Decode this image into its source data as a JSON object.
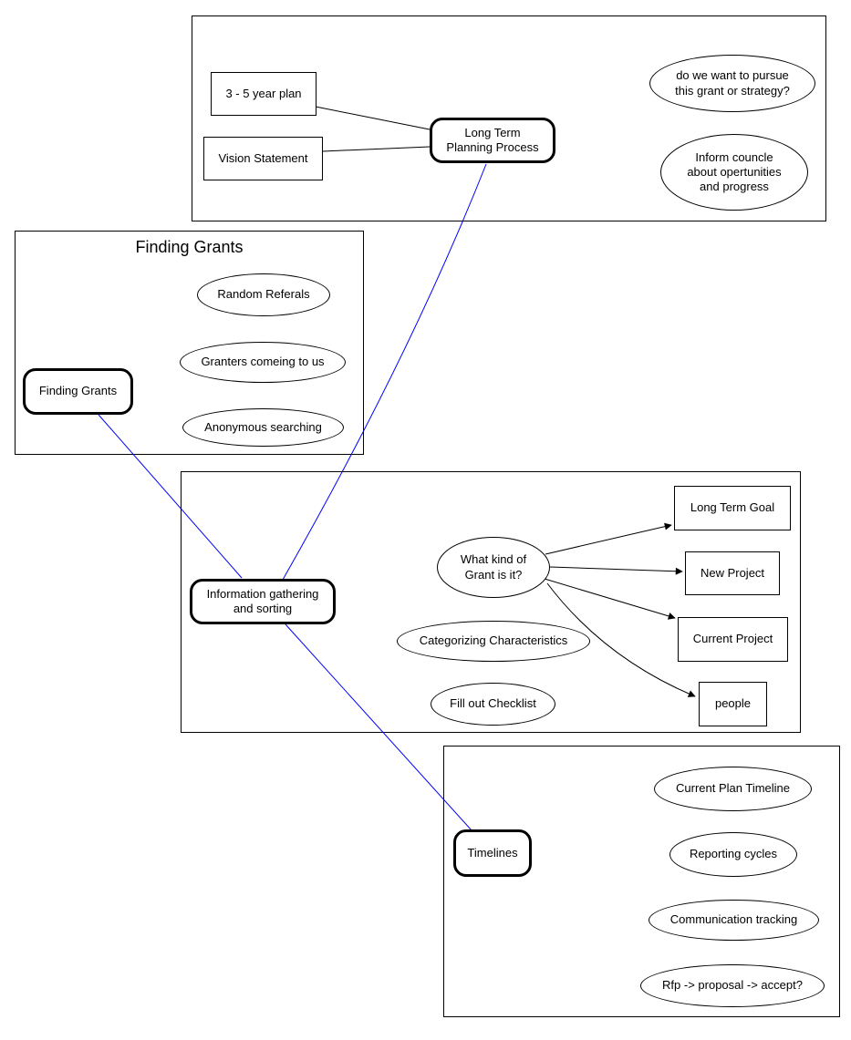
{
  "colors": {
    "background": "#ffffff",
    "node_border": "#000000",
    "text": "#000000",
    "link_line": "#0000ff",
    "arrow_line": "#000000"
  },
  "groups": {
    "planning": {
      "nodes": {
        "year_plan": "3 - 5 year plan",
        "vision_statement": "Vision Statement",
        "long_term_planning": "Long Term\nPlanning Process",
        "pursue_question": "do we want to pursue\nthis grant or strategy?",
        "inform_council": "Inform councle\nabout opertunities\nand progress"
      }
    },
    "finding": {
      "title": "Finding Grants",
      "nodes": {
        "finding_grants": "Finding Grants",
        "random_referals": "Random Referals",
        "granters_coming": "Granters comeing to us",
        "anonymous_searching": "Anonymous searching"
      }
    },
    "sorting": {
      "nodes": {
        "info_gathering": "Information gathering\nand sorting",
        "what_kind": "What kind of\nGrant is it?",
        "categorizing": "Categorizing Characteristics",
        "fill_checklist": "Fill out Checklist",
        "long_term_goal": "Long Term Goal",
        "new_project": "New Project",
        "current_project": "Current Project",
        "people": "people"
      }
    },
    "timelines": {
      "nodes": {
        "timelines": "Timelines",
        "current_plan_timeline": "Current Plan Timeline",
        "reporting_cycles": "Reporting cycles",
        "communication_tracking": "Communication tracking",
        "rfp_flow": "Rfp -> proposal -> accept?"
      }
    }
  },
  "edges": [
    {
      "from": "year_plan",
      "to": "long_term_planning",
      "style": "plain"
    },
    {
      "from": "vision_statement",
      "to": "long_term_planning",
      "style": "plain"
    },
    {
      "from": "what_kind",
      "to": "long_term_goal",
      "style": "arrow"
    },
    {
      "from": "what_kind",
      "to": "new_project",
      "style": "arrow"
    },
    {
      "from": "what_kind",
      "to": "current_project",
      "style": "arrow"
    },
    {
      "from": "what_kind",
      "to": "people",
      "style": "arrow"
    },
    {
      "from": "long_term_planning",
      "to": "info_gathering",
      "style": "link"
    },
    {
      "from": "finding_grants",
      "to": "info_gathering",
      "style": "link"
    },
    {
      "from": "info_gathering",
      "to": "timelines",
      "style": "link"
    }
  ]
}
